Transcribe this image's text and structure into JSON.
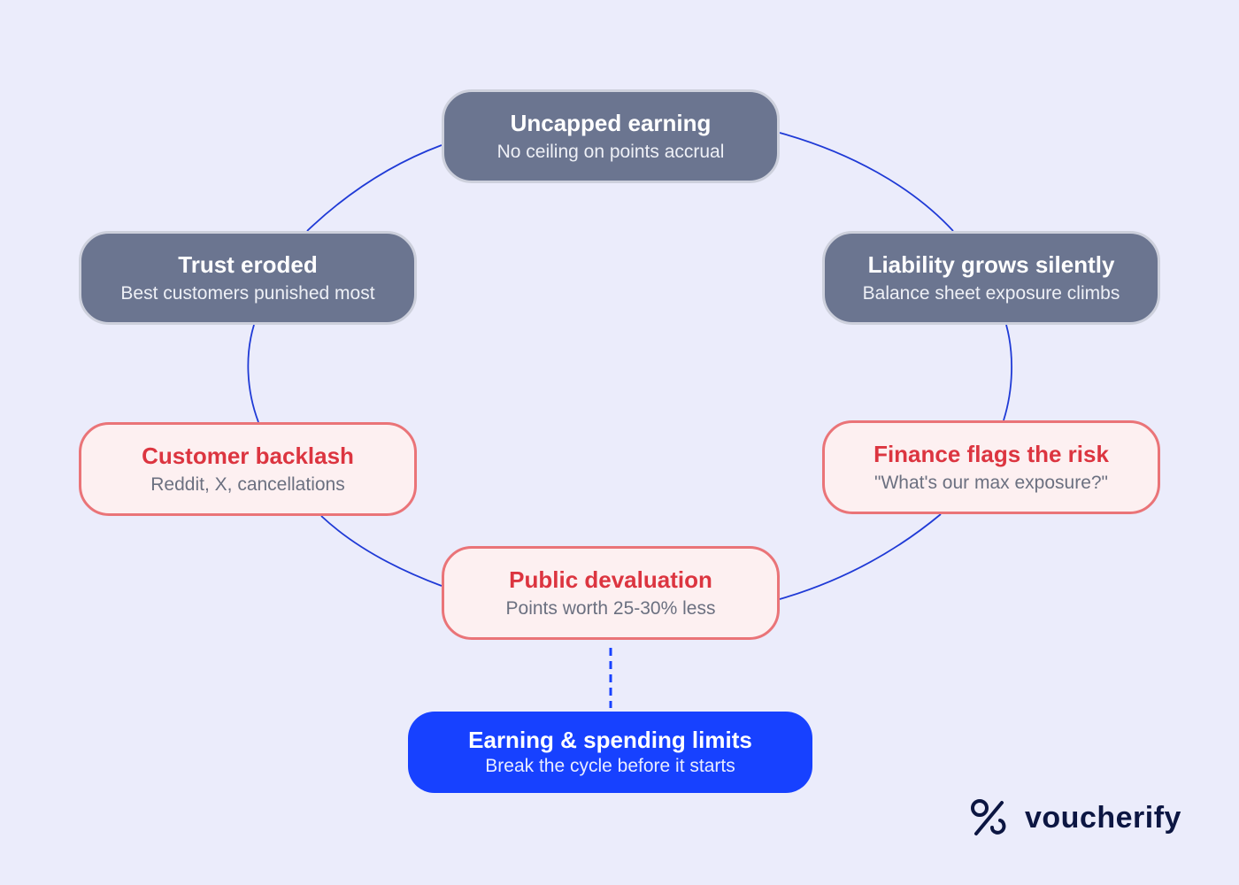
{
  "colors": {
    "background": "#ebecfb",
    "connector": "#1f3ad6",
    "dark_node": "#6b7590",
    "alert_border": "#ea7478",
    "alert_text": "#dc3540",
    "solution": "#1741ff",
    "brand": "#0c1642"
  },
  "cycle": {
    "top": {
      "title": "Uncapped earning",
      "subtitle": "No ceiling on points accrual"
    },
    "right_upper": {
      "title": "Liability grows silently",
      "subtitle": "Balance sheet exposure climbs"
    },
    "right_lower": {
      "title": "Finance flags the risk",
      "subtitle": "\"What's our max exposure?\""
    },
    "bottom": {
      "title": "Public devaluation",
      "subtitle": "Points worth 25-30% less"
    },
    "left_lower": {
      "title": "Customer backlash",
      "subtitle": "Reddit, X, cancellations"
    },
    "left_upper": {
      "title": "Trust eroded",
      "subtitle": "Best customers punished most"
    }
  },
  "solution": {
    "title": "Earning & spending limits",
    "subtitle": "Break the cycle before it starts"
  },
  "logo": {
    "icon": "percent-logo-icon",
    "text": "voucherify"
  }
}
